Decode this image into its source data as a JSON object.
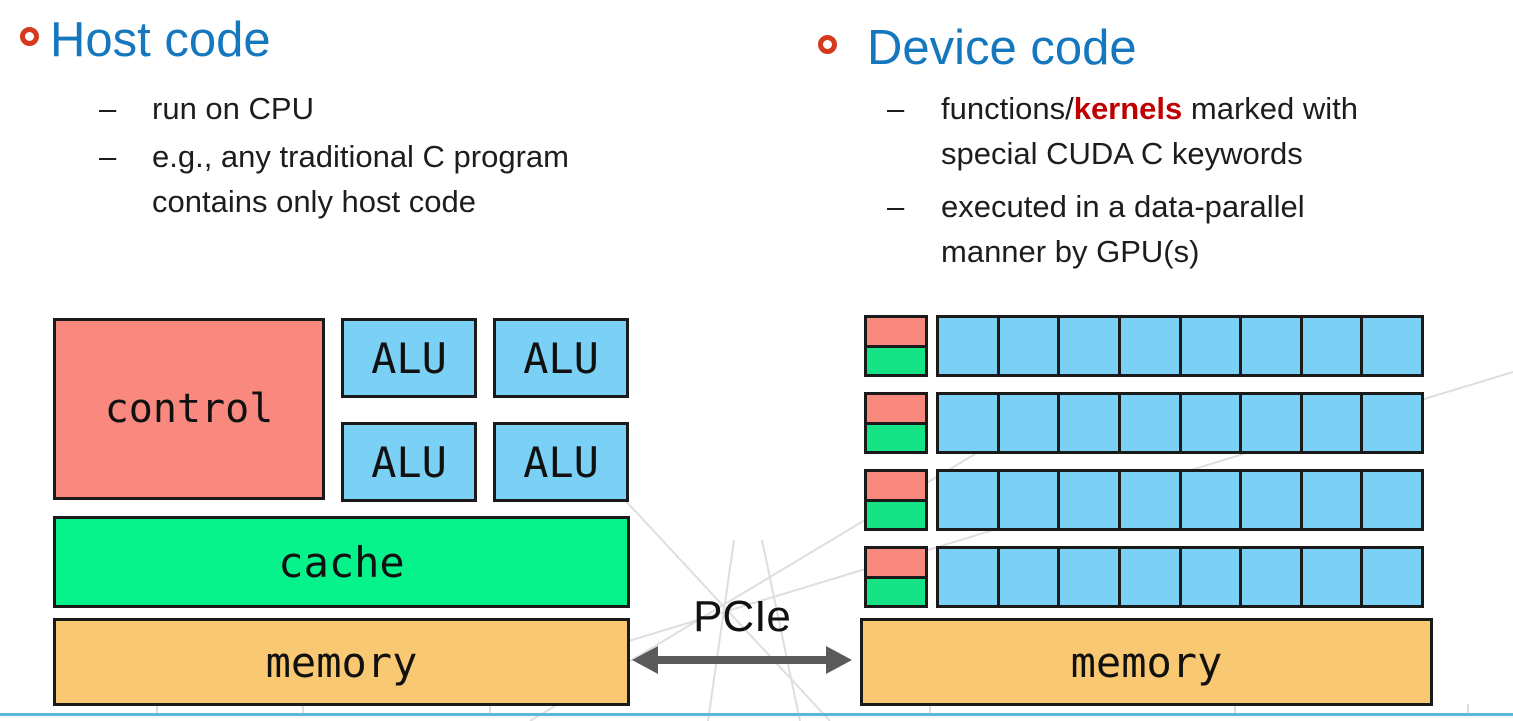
{
  "page": {
    "background": "#ffffff",
    "bottom_line_color": "#5fb6d8",
    "heading_color": "#1577be",
    "bullet_marker_color": "#d63a1e",
    "body_text_color": "#1d1d1d"
  },
  "host_section": {
    "heading": "Host code",
    "items": [
      {
        "dash": "–",
        "text": "run on CPU"
      },
      {
        "dash": "–",
        "text": "e.g., any traditional C program\ncontains only host code"
      }
    ]
  },
  "device_section": {
    "heading": "Device code",
    "items": [
      {
        "dash": "–",
        "prefix": "functions/",
        "emphasis": "kernels",
        "emphasis_color": "#c00000",
        "suffix": " marked with\nspecial CUDA C keywords"
      },
      {
        "dash": "–",
        "text": "executed in a data-parallel\nmanner by GPU(s)"
      }
    ]
  },
  "diagram": {
    "cpu": {
      "control_label": "control",
      "alu_labels": [
        "ALU",
        "ALU",
        "ALU",
        "ALU"
      ],
      "cache_label": "cache",
      "memory_label": "memory",
      "colors": {
        "control": "#f9897e",
        "alu": "#7bd1f5",
        "cache": "#06f28b",
        "memory": "#f8c873"
      }
    },
    "gpu": {
      "rows": 4,
      "cells_per_row": 8,
      "memory_label": "memory",
      "colors": {
        "core_red": "#f9897e",
        "core_green": "#16e286",
        "cell": "#7bd1f5",
        "memory": "#f8c873"
      }
    },
    "pcie": {
      "label": "PCIe",
      "arrow_color": "#5a5a5a"
    }
  }
}
